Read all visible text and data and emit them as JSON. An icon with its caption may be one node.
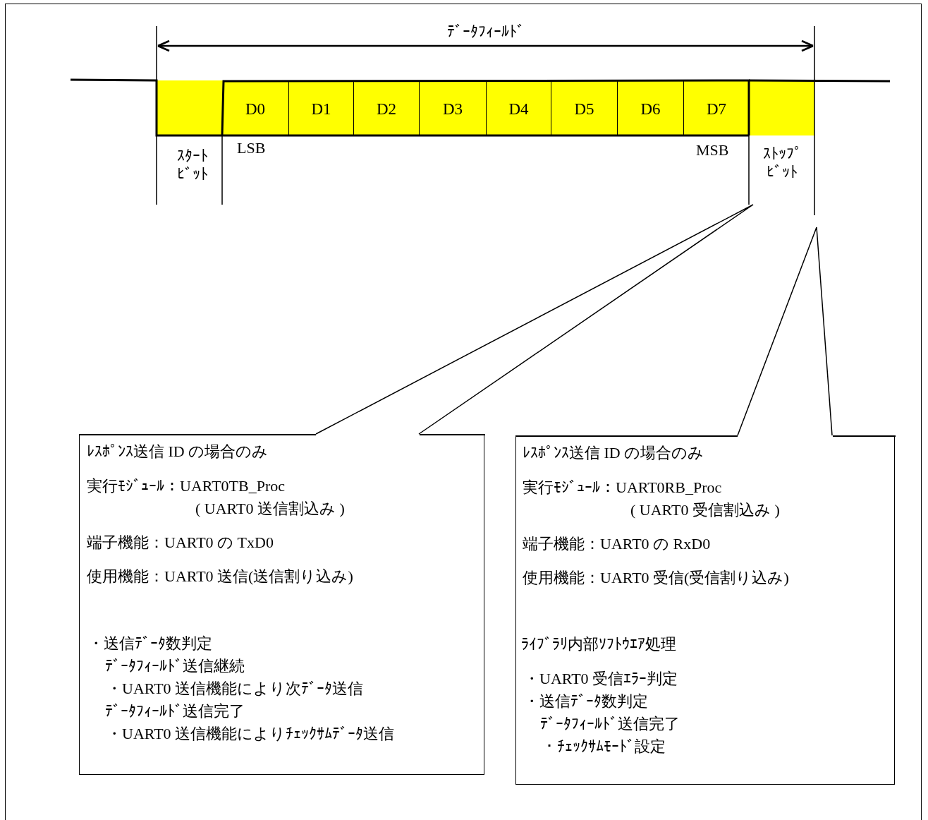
{
  "diagram": {
    "nodes": [
      {
        "text": [],
        "shape": "box"
      },
      {
        "text": [
          "D0"
        ]
      },
      {
        "text": [
          "D1"
        ]
      },
      {
        "text": [
          "D2"
        ]
      },
      {
        "text": [
          "D3"
        ]
      },
      {
        "text": [
          "D4"
        ]
      },
      {
        "text": [
          "D5"
        ]
      },
      {
        "text": [
          "D6"
        ]
      },
      {
        "text": [
          "D7"
        ]
      },
      {
        "text": [],
        "shape": "box"
      },
      {
        "text": [
          "ﾚｽﾎﾟﾝｽ送信 ID の場合のみ",
          "実行ﾓｼﾞｭｰﾙ：UART0TB_Proc",
          "( UART0 送信割込み )",
          "端子機能：UART0 の TxD0",
          "使用機能：UART0 送信(送信割り込み)",
          "・送信ﾃﾞｰﾀ数判定",
          "ﾃﾞｰﾀﾌｨｰﾙﾄﾞ送信継続",
          "・UART0 送信機能により次ﾃﾞｰﾀ送信",
          "ﾃﾞｰﾀﾌｨｰﾙﾄﾞ送信完了",
          "・UART0 送信機能によりﾁｪｯｸｻﾑﾃﾞｰﾀ送信"
        ]
      },
      {
        "text": [
          "ﾚｽﾎﾟﾝｽ送信 ID の場合のみ",
          "実行ﾓｼﾞｭｰﾙ：UART0RB_Proc",
          "( UART0 受信割込み )",
          "端子機能：UART0 の RxD0",
          "使用機能：UART0 受信(受信割り込み)",
          "ﾗｲﾌﾞﾗﾘ内部ｿﾌﾄｳｴｱ処理",
          "・UART0 受信ｴﾗｰ判定",
          "・送信ﾃﾞｰﾀ数判定",
          "ﾃﾞｰﾀﾌｨｰﾙﾄﾞ送信完了",
          "・ﾁｪｯｸｻﾑﾓｰﾄﾞ設定"
        ]
      }
    ],
    "edges": [
      {
        "from": 10,
        "to": null,
        "arrow": "none"
      },
      {
        "from": 11,
        "to": null,
        "arrow": "none"
      }
    ],
    "labels": [
      "ﾃﾞｰﾀﾌｨｰﾙﾄﾞ",
      "ｽﾀｰﾄﾋﾞｯﾄ",
      "LSB",
      "MSB",
      "ｽﾄｯﾌﾟﾋﾞｯﾄ"
    ]
  }
}
